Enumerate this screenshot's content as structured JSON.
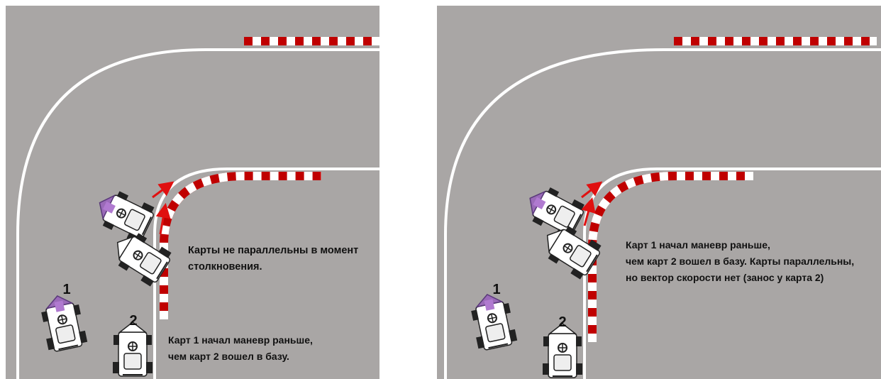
{
  "left_panel": {
    "kart1_number": "1",
    "kart2_number": "2",
    "note_line1": "Карты не параллельны в момент",
    "note_line2": "столкновения.",
    "caption_line1": "Карт 1 начал маневр раньше,",
    "caption_line2": "чем карт 2 вошел в базу."
  },
  "right_panel": {
    "kart1_number": "1",
    "kart2_number": "2",
    "note_line1": "Карт 1 начал маневр раньше,",
    "note_line2": "чем карт 2 вошел в базу. Карты параллельны,",
    "note_line3": "но вектор скорости нет (занос у карта 2)"
  },
  "colors": {
    "track": "#a9a6a5",
    "track_line": "#ffffff",
    "curb_red": "#c00000",
    "curb_white": "#ffffff",
    "arrow": "#e01010",
    "kart1_accent": "#9a6ab8"
  },
  "icons": [
    "kart-1-icon",
    "kart-2-icon",
    "velocity-arrow-icon",
    "curb-icon"
  ]
}
